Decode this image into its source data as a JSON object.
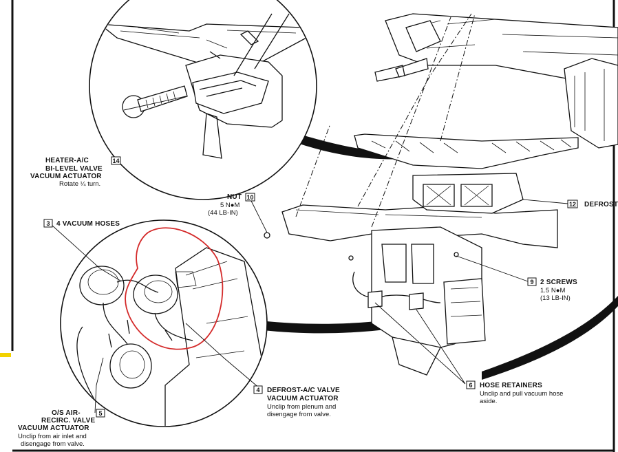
{
  "callouts": {
    "c14": {
      "number": "14",
      "title_line1": "HEATER-A/C",
      "title_line2": "BI-LEVEL VALVE",
      "title_line3": "VACUUM ACTUATOR",
      "note": "Rotate ¼ turn."
    },
    "c10": {
      "label": "NUT",
      "number": "10",
      "torque_metric": "5 N●M",
      "torque_imperial": "(44 LB-IN)"
    },
    "c12": {
      "number": "12",
      "title": "DEFROST"
    },
    "c3": {
      "number": "3",
      "title": "4 VACUUM HOSES"
    },
    "c9": {
      "number": "9",
      "title": "2 SCREWS",
      "torque_metric": "1.5 N●M",
      "torque_imperial": "(13 LB-IN)"
    },
    "c4": {
      "number": "4",
      "title_line1": "DEFROST-A/C VALVE",
      "title_line2": "VACUUM ACTUATOR",
      "note_line1": "Unclip from plenum and",
      "note_line2": "disengage from valve."
    },
    "c6": {
      "number": "6",
      "title": "HOSE RETAINERS",
      "note_line1": "Unclip and pull vacuum hose",
      "note_line2": "aside."
    },
    "c5": {
      "number": "5",
      "title_line1": "O/S AIR-",
      "title_line2": "RECIRC. VALVE",
      "title_line3": "VACUUM ACTUATOR",
      "note_line1": "Unclip from air inlet and",
      "note_line2": "disengage from valve."
    }
  },
  "colors": {
    "annotation_circle": "#d42a2a",
    "highlight_mark": "#f2d200",
    "line_art": "#111111",
    "frame_border": "#111111"
  }
}
